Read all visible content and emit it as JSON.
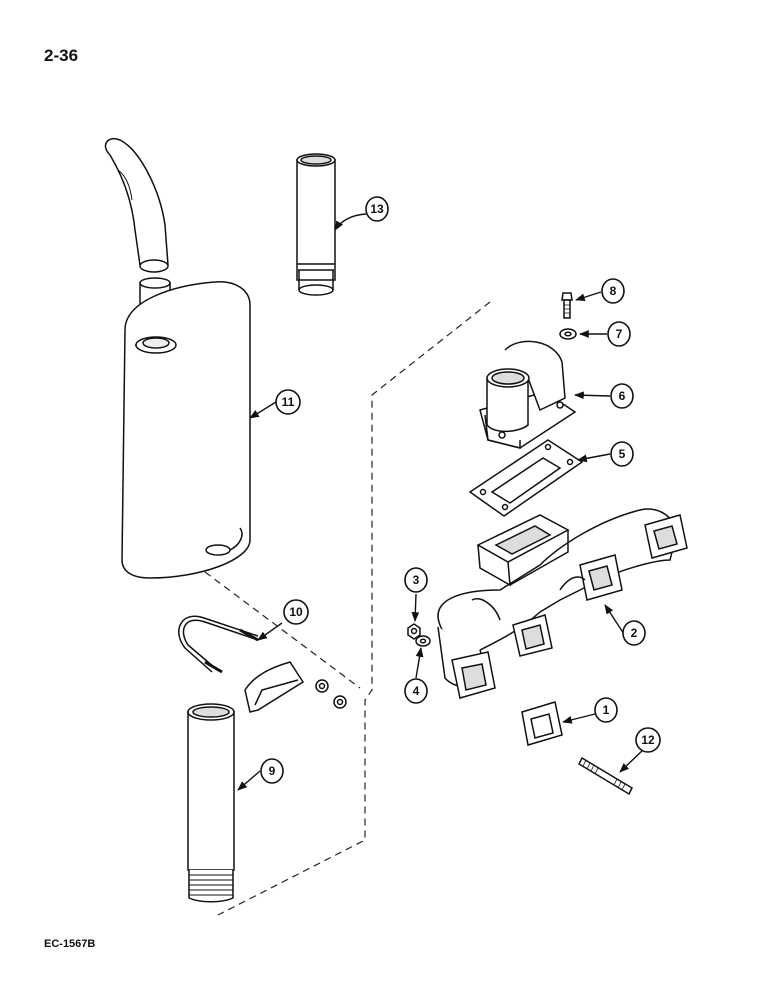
{
  "page": {
    "page_number": "2-36",
    "figure_code": "EC-1567B"
  },
  "callouts": {
    "c1": "1",
    "c2": "2",
    "c3": "3",
    "c4": "4",
    "c5": "5",
    "c6": "6",
    "c7": "7",
    "c8": "8",
    "c9": "9",
    "c10": "10",
    "c11": "11",
    "c12": "12",
    "c13": "13"
  }
}
